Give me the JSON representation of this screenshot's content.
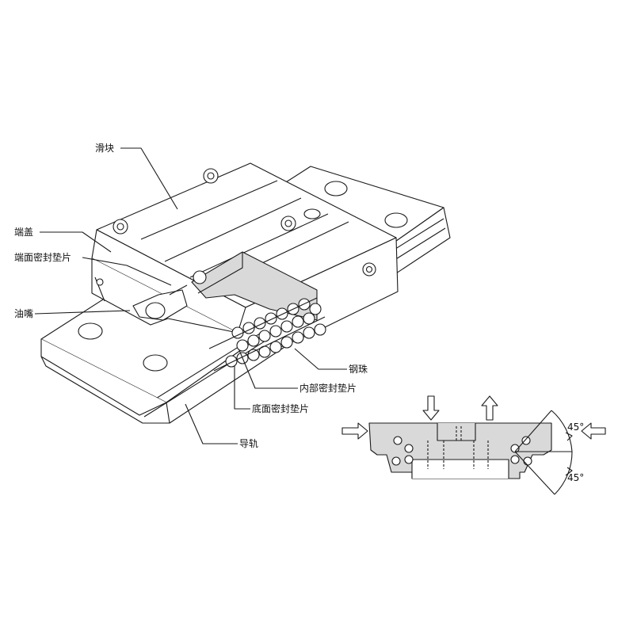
{
  "labels": {
    "slider": "滑块",
    "end_cap": "端盖",
    "end_seal": "端面密封垫片",
    "grease_nipple": "油嘴",
    "steel_ball": "钢珠",
    "inner_seal": "内部密封垫片",
    "bottom_seal": "底面密封垫片",
    "rail": "导轨"
  },
  "angles": {
    "upper": "45°",
    "lower": "45°"
  },
  "colors": {
    "line": "#1a1a1a",
    "section_fill": "#d9d9d9",
    "part_fill": "#e8e8e8",
    "arrow_fill": "#ffffff"
  }
}
